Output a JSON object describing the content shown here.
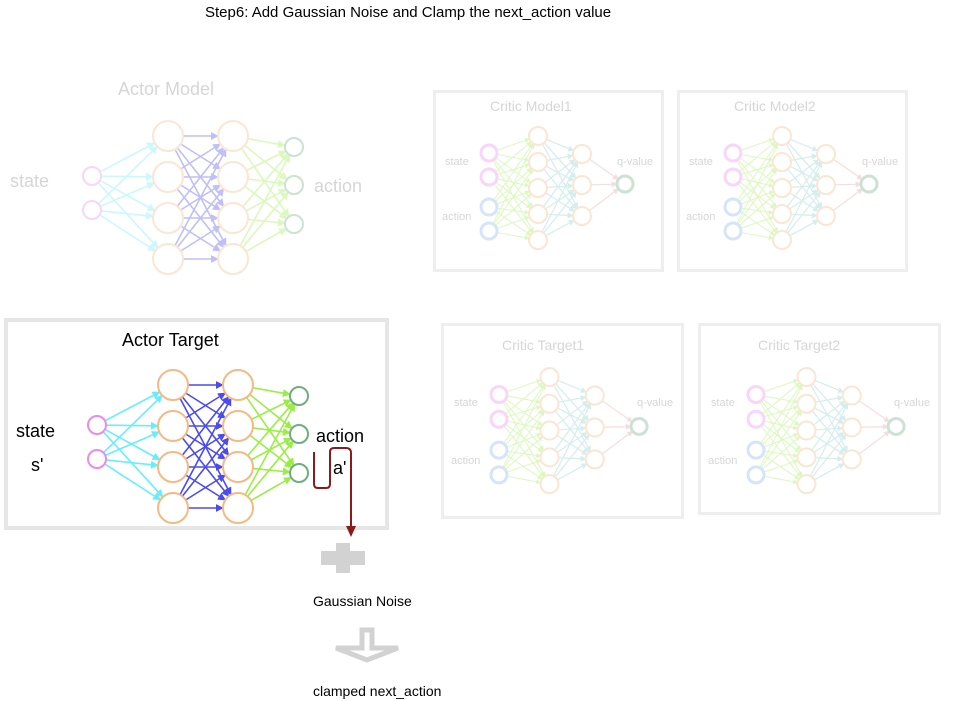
{
  "title": "Step6: Add Gaussian Noise and Clamp the next_action value",
  "actor_model": {
    "title": "Actor Model",
    "input_label": "state",
    "output_label": "action"
  },
  "critic_model_1": {
    "title": "Critic Model1",
    "state_label": "state",
    "action_label": "action",
    "output_label": "q-value"
  },
  "critic_model_2": {
    "title": "Critic Model2",
    "state_label": "state",
    "action_label": "action",
    "output_label": "q-value"
  },
  "actor_target": {
    "title": "Actor Target",
    "input_label": "state",
    "input_symbol": "s'",
    "output_label": "action",
    "output_symbol": "a'"
  },
  "critic_target_1": {
    "title": "Critic Target1",
    "state_label": "state",
    "action_label": "action",
    "output_label": "q-value"
  },
  "critic_target_2": {
    "title": "Critic Target2",
    "state_label": "state",
    "action_label": "action",
    "output_label": "q-value"
  },
  "noise_step": {
    "label": "Gaussian Noise",
    "plus_icon": "plus-icon"
  },
  "clamp_step": {
    "label": "clamped next_action",
    "arrow_icon": "down-arrow-icon"
  },
  "colors": {
    "input_node": "#ee88ee",
    "hidden_node": "#f5b982",
    "output_node": "#6fae7f",
    "action_input_node": "#8ab4f0",
    "arrow_cyan": "#66eeff",
    "arrow_blue": "#4b4bee",
    "arrow_green": "#99ee44",
    "arrow_teal": "#88cccc",
    "arrow_red": "#e8a0a0",
    "flow_arrow": "#8b1a1a",
    "panel_border": "#e6e6e6",
    "faded_text": "#d6d6d6"
  }
}
